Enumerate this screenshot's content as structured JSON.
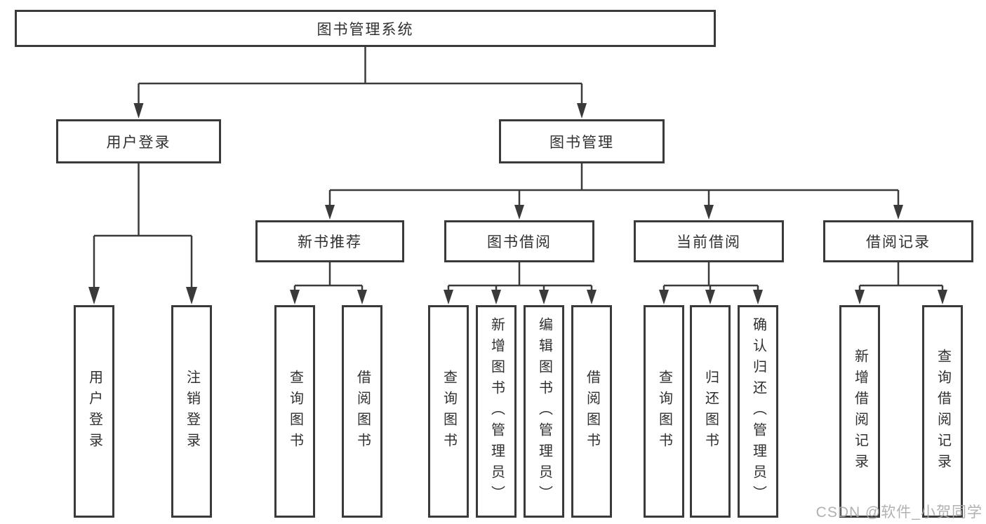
{
  "nodes": {
    "root": "图书管理系统",
    "user_login": "用户登录",
    "book_mgmt": "图书管理",
    "new_book_rec": "新书推荐",
    "book_borrow": "图书借阅",
    "current_borrow": "当前借阅",
    "borrow_records": "借阅记录",
    "leaf_user_login": "用户登录",
    "leaf_logout": "注销登录",
    "leaf_nb_query": "查询图书",
    "leaf_nb_borrow": "借阅图书",
    "leaf_bb_query": "查询图书",
    "leaf_bb_add": "新增图书（管理员）",
    "leaf_bb_edit": "编辑图书（管理员）",
    "leaf_bb_borrow": "借阅图书",
    "leaf_cb_query": "查询图书",
    "leaf_cb_return": "归还图书",
    "leaf_cb_confirm": "确认归还（管理员）",
    "leaf_br_add": "新增借阅记录",
    "leaf_br_query": "查询借阅记录"
  },
  "watermark": "CSDN @软件_小贺同学",
  "colors": {
    "line": "#3a3a3a",
    "text": "#303030",
    "watermark": "#a8a8a8",
    "background": "#ffffff"
  }
}
